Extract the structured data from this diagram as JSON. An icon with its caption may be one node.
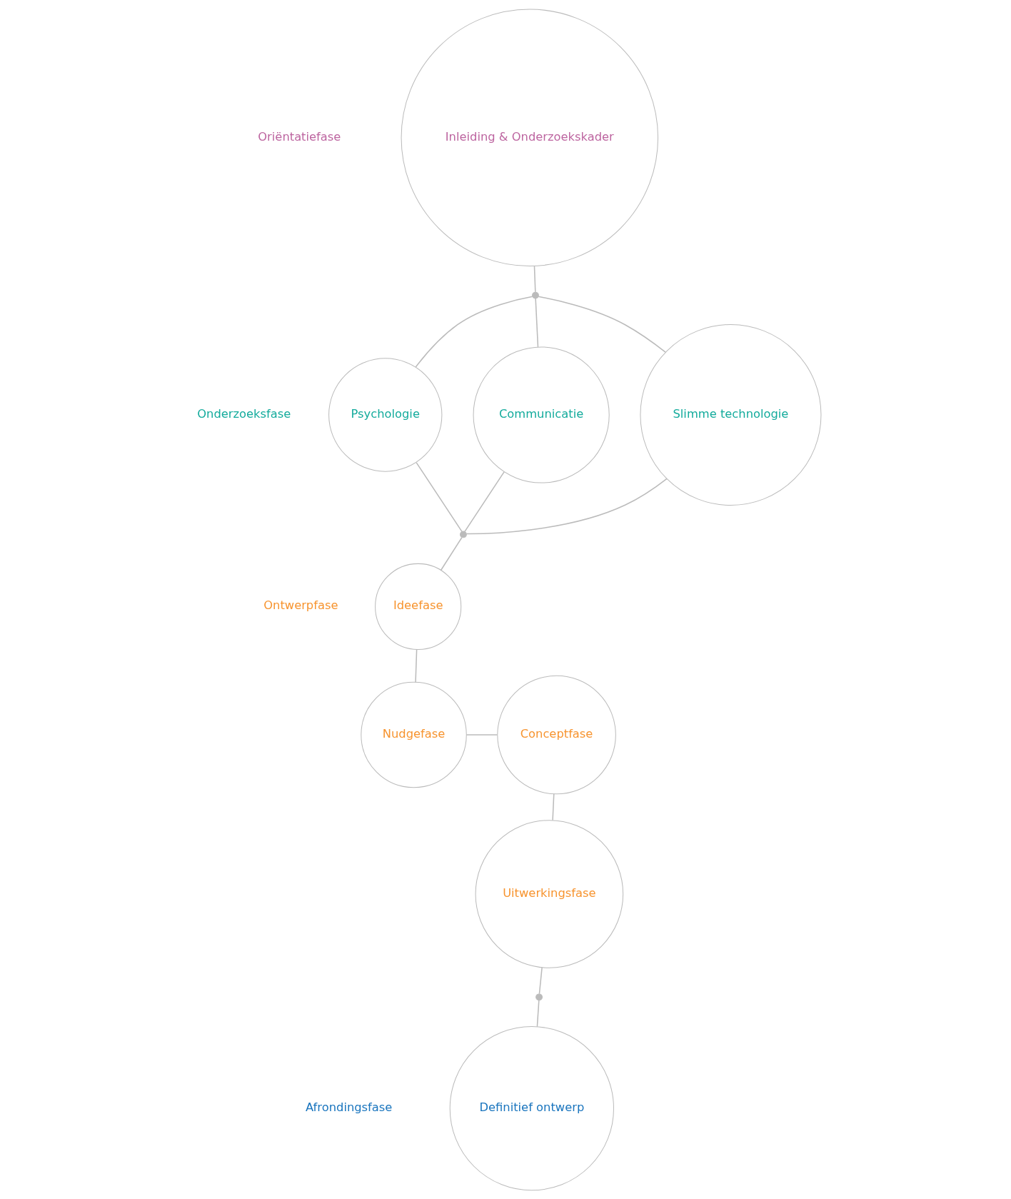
{
  "diagram": {
    "nodes": [
      {
        "text": [
          "Inleiding & Onderzoekskader"
        ]
      },
      {
        "text": [],
        "shape": "circle"
      },
      {
        "text": [
          "Psychologie"
        ]
      },
      {
        "text": [
          "Communicatie"
        ]
      },
      {
        "text": [
          "Slimme technologie"
        ]
      },
      {
        "text": [],
        "shape": "circle"
      },
      {
        "text": [
          "Ideefase"
        ]
      },
      {
        "text": [
          "Nudgefase"
        ]
      },
      {
        "text": [
          "Conceptfase"
        ]
      },
      {
        "text": [
          "Uitwerkingsfase"
        ]
      },
      {
        "text": [],
        "shape": "circle"
      },
      {
        "text": [
          "Definitief ontwerp"
        ]
      }
    ],
    "edges": [
      {
        "from": 0,
        "to": 1,
        "arrow": "none"
      },
      {
        "from": 1,
        "to": 2,
        "arrow": "none"
      },
      {
        "from": 1,
        "to": 3,
        "arrow": "none"
      },
      {
        "from": 1,
        "to": 4,
        "arrow": "none"
      },
      {
        "from": 2,
        "to": 5,
        "arrow": "none"
      },
      {
        "from": 3,
        "to": 5,
        "arrow": "none"
      },
      {
        "from": 4,
        "to": 5,
        "arrow": "none"
      },
      {
        "from": 5,
        "to": 6,
        "arrow": "none"
      },
      {
        "from": 6,
        "to": 7,
        "arrow": "none"
      },
      {
        "from": 7,
        "to": 8,
        "arrow": "none"
      },
      {
        "from": 8,
        "to": 9,
        "arrow": "none"
      },
      {
        "from": 9,
        "to": 10,
        "arrow": "none"
      },
      {
        "from": 10,
        "to": 11,
        "arrow": "none"
      }
    ],
    "labels": [
      "Oriëntatiefase",
      "Onderzoeksfase",
      "Ontwerpfase",
      "Afrondingsfase"
    ]
  }
}
